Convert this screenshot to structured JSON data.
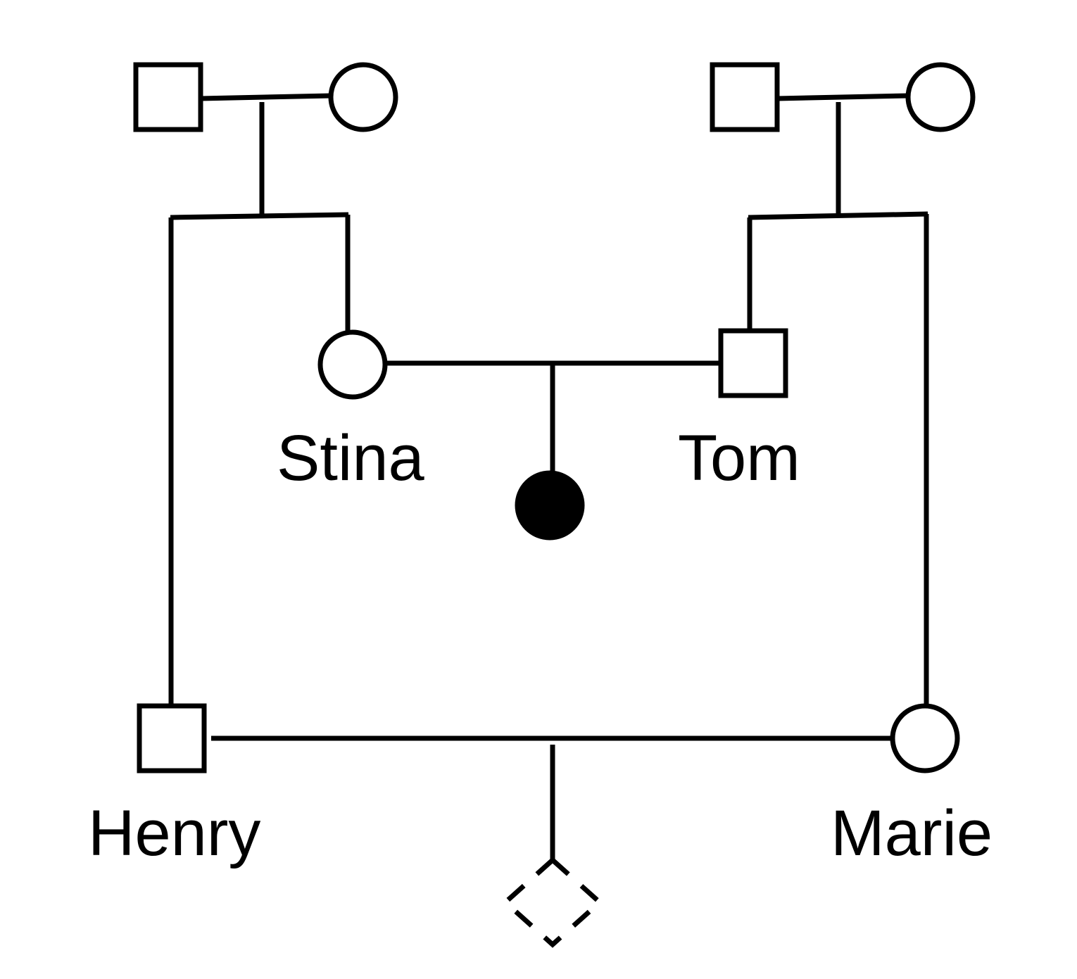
{
  "title": "Pedigree chart",
  "labels": {
    "stina": "Stina",
    "tom": "Tom",
    "henry": "Henry",
    "marie": "Marie"
  },
  "colors": {
    "stroke": "#000000",
    "affected": "#000000",
    "background": "#ffffff"
  }
}
